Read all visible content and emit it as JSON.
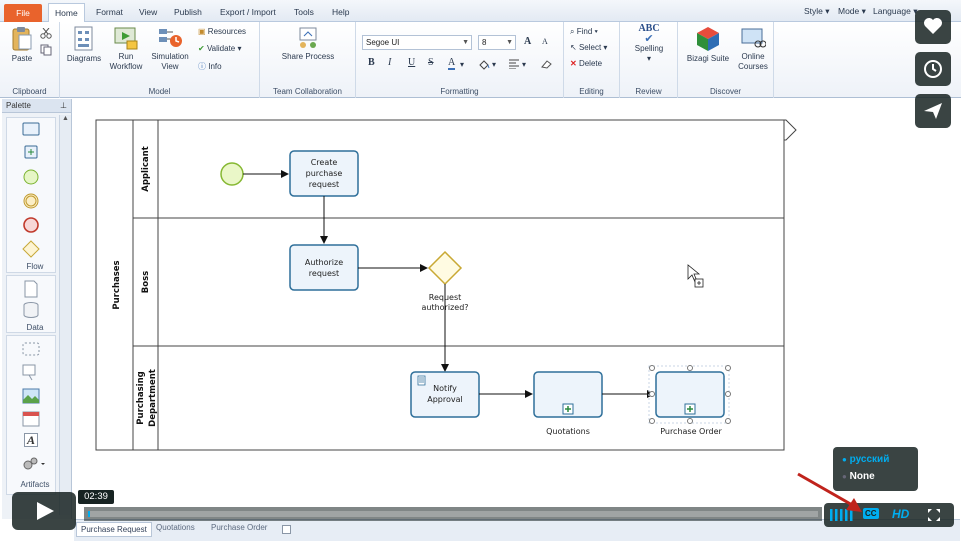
{
  "menubar": {
    "file": "File",
    "tabs": [
      "Home",
      "Format",
      "View",
      "Publish",
      "Export / Import",
      "Tools",
      "Help"
    ],
    "right": [
      "Style",
      "Mode",
      "Language"
    ]
  },
  "ribbon": {
    "clipboard": {
      "paste": "Paste",
      "label": "Clipboard"
    },
    "model": {
      "diagrams": "Diagrams",
      "run_workflow": [
        "Run",
        "Workflow"
      ],
      "simulation_view": [
        "Simulation",
        "View"
      ],
      "resources": "Resources",
      "validate": "Validate",
      "info": "Info",
      "label": "Model"
    },
    "team": {
      "share_process": "Share Process",
      "label": "Team Collaboration"
    },
    "formatting": {
      "font": "Segoe UI",
      "size": "8",
      "grow": "A",
      "shrink": "A",
      "bold": "B",
      "italic": "I",
      "underline": "U",
      "strike": "S",
      "font_color": "A",
      "label": "Formatting"
    },
    "editing": {
      "find": "Find",
      "select": "Select",
      "delete": "Delete",
      "label": "Editing"
    },
    "review": {
      "abc": "ABC",
      "spelling": "Spelling",
      "label": "Review"
    },
    "discover": {
      "suite": "Bizagi Suite",
      "courses": [
        "Online",
        "Courses"
      ],
      "label": "Discover"
    }
  },
  "palette": {
    "title": "Palette",
    "sections": [
      "Flow",
      "Data",
      "Artifacts"
    ]
  },
  "diagram": {
    "pool": "Purchases",
    "lanes": [
      [
        "Applicant"
      ],
      [
        "Boss"
      ],
      [
        "Purchasing",
        "Department"
      ]
    ],
    "tasks": {
      "create": [
        "Create",
        "purchase",
        "request"
      ],
      "authorize": [
        "Authorize",
        "request"
      ],
      "notify": [
        "Notify",
        "Approval"
      ]
    },
    "gateway": [
      "Request",
      "authorized?"
    ],
    "subprocesses": [
      "Quotations",
      "Purchase Order"
    ]
  },
  "tabs": [
    "Purchase Request",
    "Quotations",
    "Purchase Order"
  ],
  "video": {
    "time": "02:39",
    "progress": 0.003,
    "captions": [
      "русский",
      "None"
    ],
    "hd": "HD",
    "cc": "CC",
    "accent": "#00adef"
  }
}
